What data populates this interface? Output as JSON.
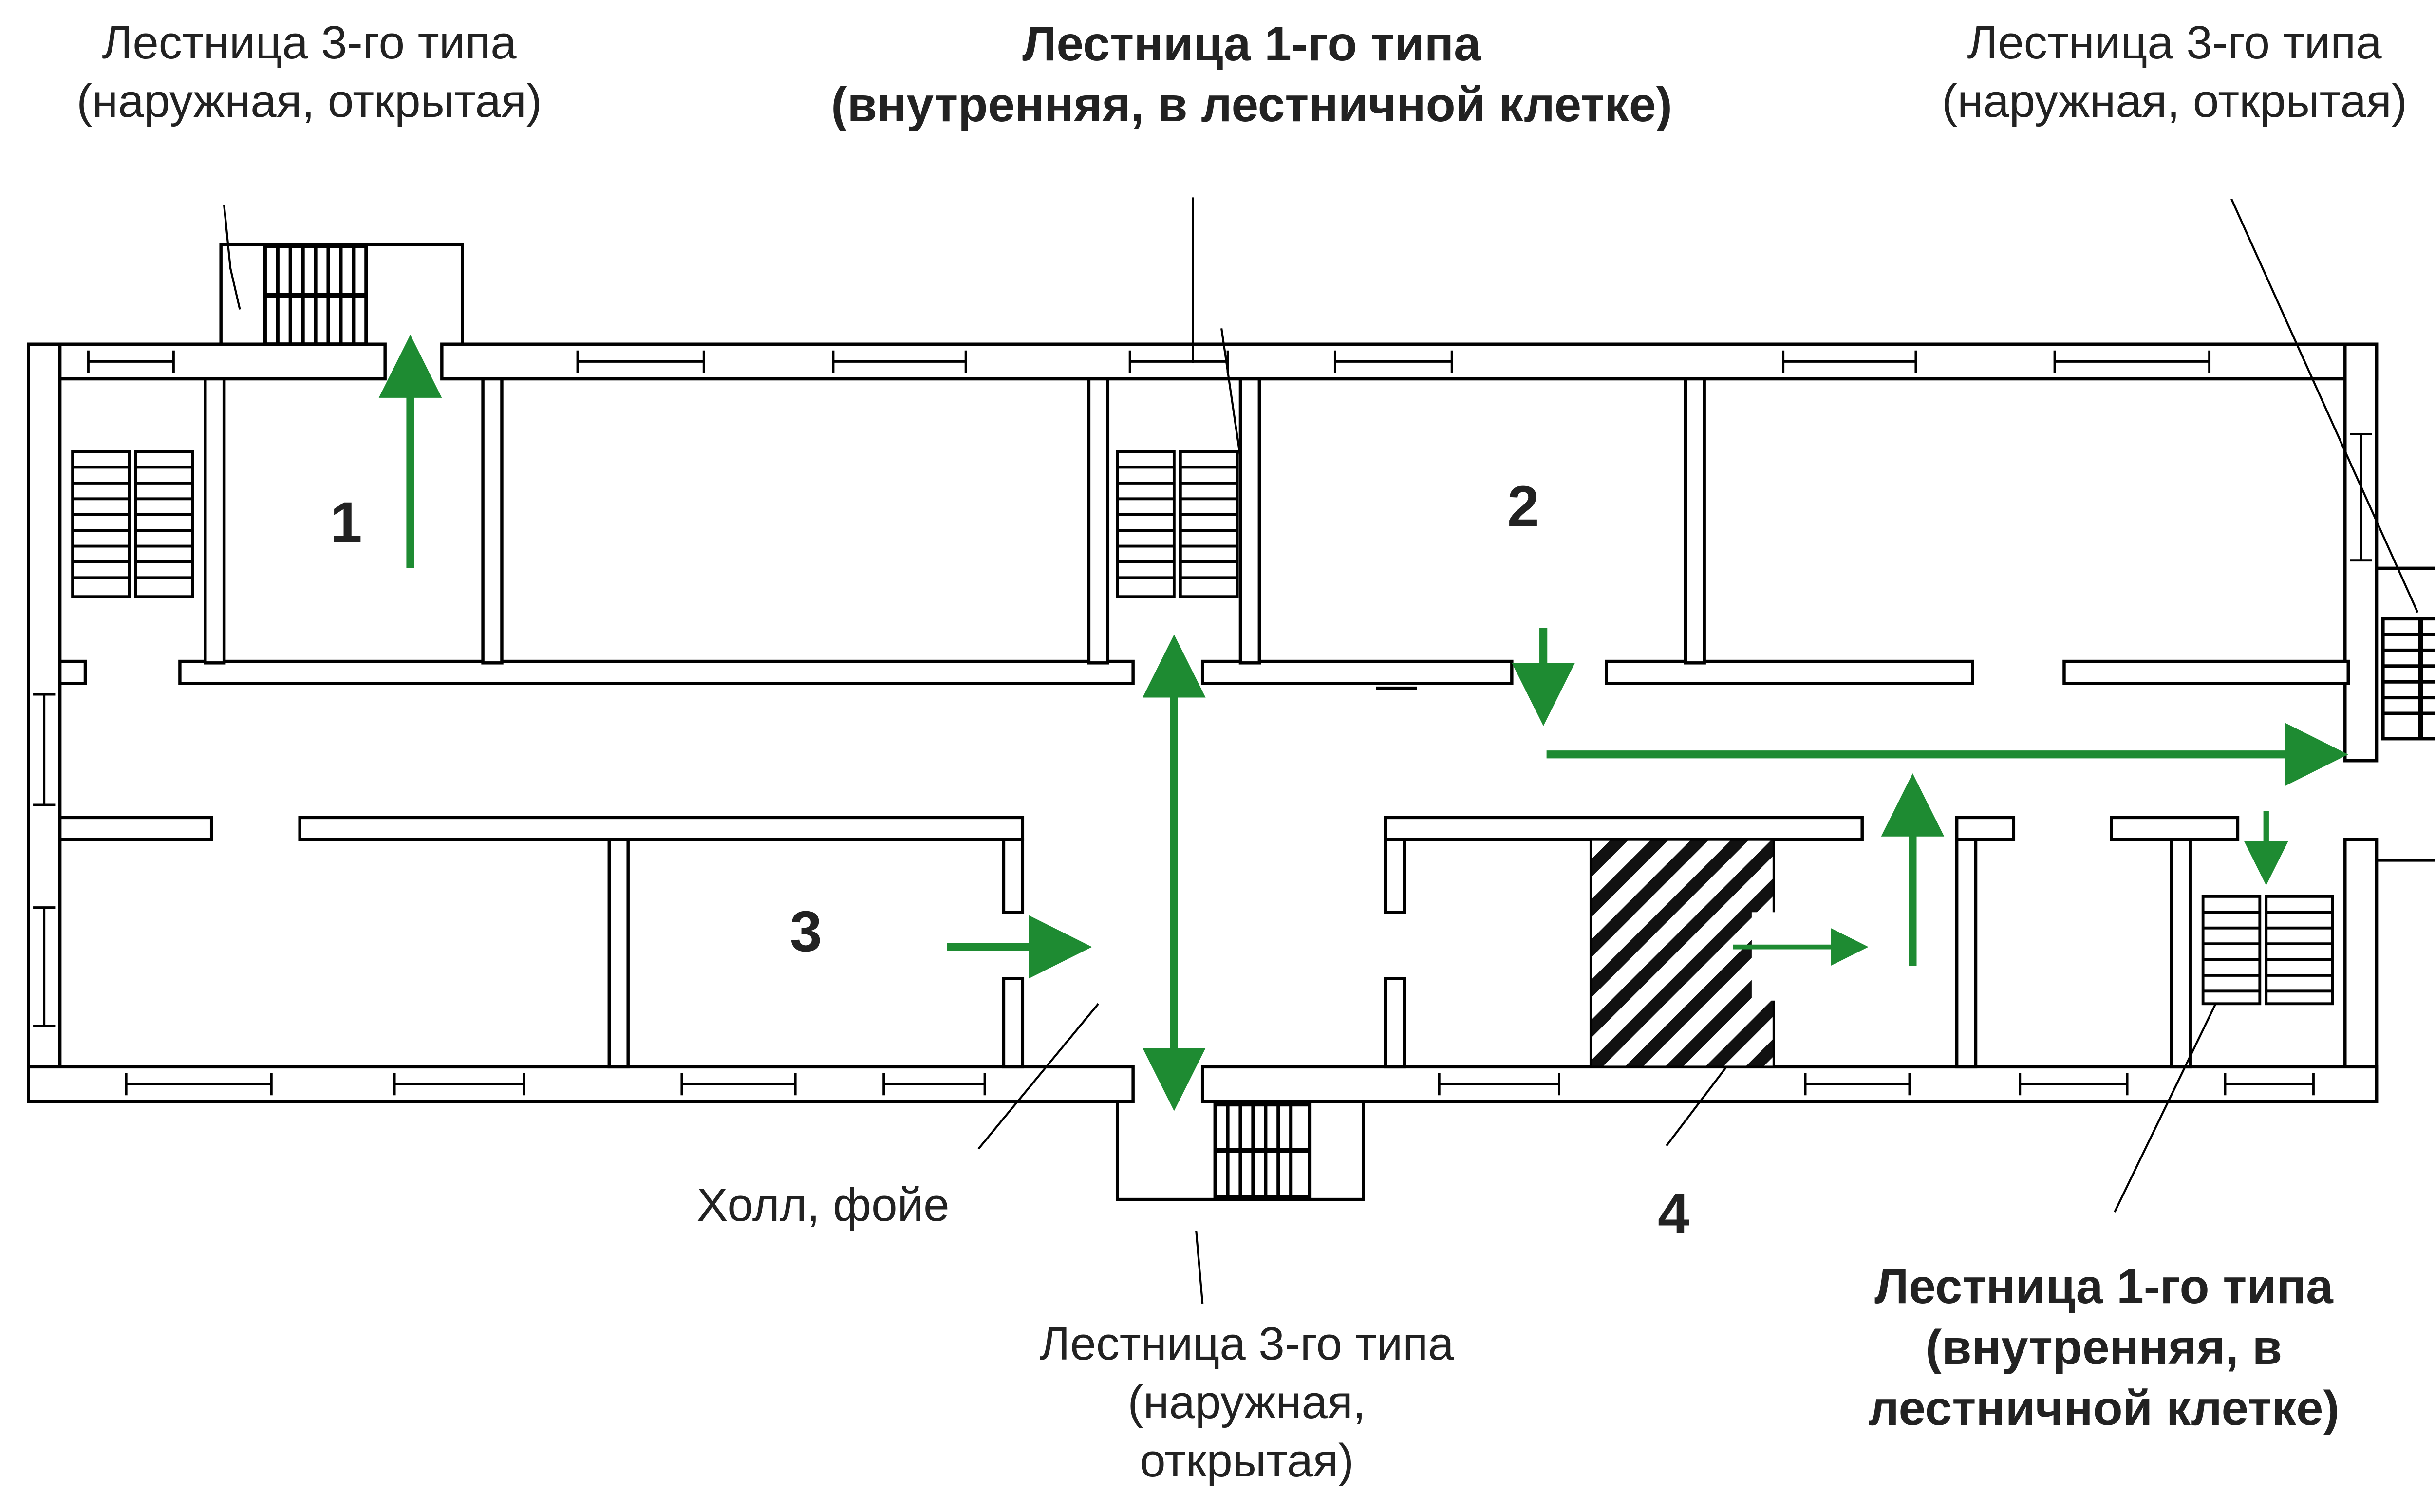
{
  "diagram": {
    "labels": {
      "stair3_top_left": [
        "Лестница 3-го типа",
        "(наружная, открытая)"
      ],
      "stair1_top": [
        "Лестница 1-го типа",
        "(внутренняя, в лестничной клетке)"
      ],
      "stair3_top_right": [
        "Лестница 3-го типа",
        "(наружная, открытая)"
      ],
      "hall": "Холл, фойе",
      "stair3_bottom": [
        "Лестница 3-го типа",
        "(наружная,",
        "открытая)"
      ],
      "stair1_bottom_right": [
        "Лестница 1-го типа",
        "(внутренняя, в",
        "лестничной клетке)"
      ]
    },
    "rooms": [
      "1",
      "2",
      "3",
      "4"
    ],
    "colors": {
      "wall": "#000000",
      "wall_fill": "#ffffff",
      "arrow": "#1e8b32",
      "text": "#222222"
    },
    "icons": {
      "evacuation_arrow": "green-arrow-icon",
      "stairs": "stair-hatching-icon",
      "hazard_zone": "diagonal-hatch-icon"
    }
  }
}
